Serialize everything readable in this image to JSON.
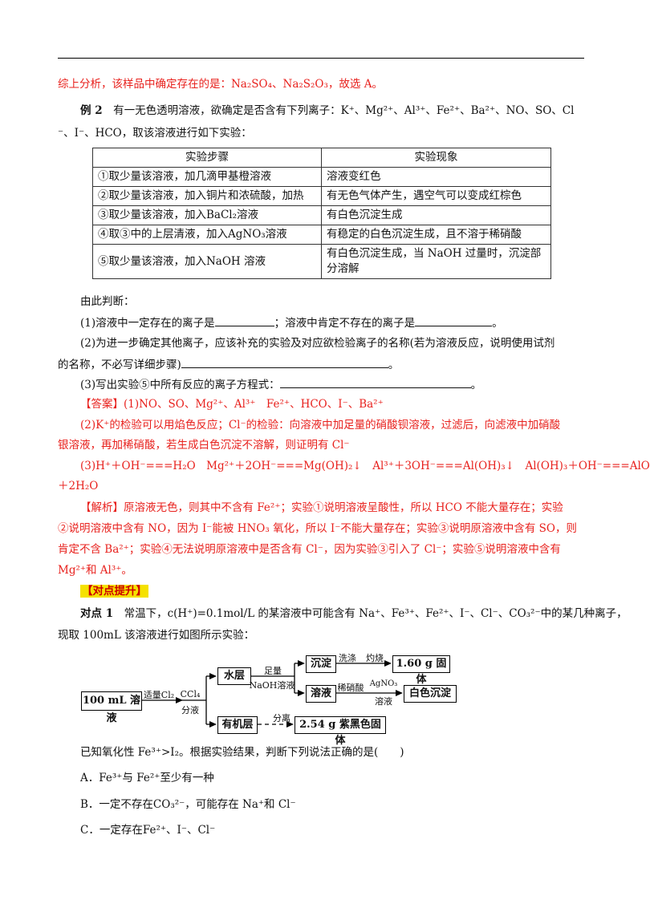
{
  "intro_conclusion": "综上分析，该样品中确定存在的是：Na₂SO₄、Na₂S₂O₃，故选 A。",
  "example2": {
    "label": "例 2",
    "question_line1": "有一无色透明溶液，欲确定是否含有下列离子：K⁺、Mg²⁺、Al³⁺、Fe²⁺、Ba²⁺、NO、SO、Cl",
    "question_line2": "⁻、I⁻、HCO，取该溶液进行如下实验：",
    "table": {
      "headers": [
        "实验步骤",
        "实验现象"
      ],
      "rows": [
        [
          "①取少量该溶液，加几滴甲基橙溶液",
          "溶液变红色"
        ],
        [
          "②取少量该溶液，加入铜片和浓硫酸，加热",
          "有无色气体产生，遇空气可以变成红棕色"
        ],
        [
          "③取少量该溶液，加入BaCl₂溶液",
          "有白色沉淀生成"
        ],
        [
          "④取③中的上层清液，加入AgNO₃溶液",
          "有稳定的白色沉淀生成，且不溶于稀硝酸"
        ],
        [
          "⑤取少量该溶液，加入NaOH 溶液",
          "有白色沉淀生成，当 NaOH 过量时，沉淀部|分溶解"
        ]
      ]
    },
    "judge": "由此判断：",
    "q1a": "(1)溶液中一定存在的离子是",
    "q1b": "；溶液中肯定不存在的离子是",
    "q1c": "。",
    "q2a": "(2)为进一步确定其他离子，应该补充的实验及对应欲检验离子的名称(若为溶液反应，说明使用试剂",
    "q2b": "的名称，不必写详细步骤)",
    "q2c": "。",
    "q3a": "(3)写出实验⑤中所有反应的离子方程式：",
    "q3b": "。",
    "answer1": "【答案】(1)NO、SO、Mg²⁺、Al³⁺　Fe²⁺、HCO、I⁻、Ba²⁺",
    "answer2a": "(2)K⁺的检验可以用焰色反应；Cl⁻的检验：向溶液中加足量的硝酸钡溶液，过滤后，向滤液中加硝酸",
    "answer2b": "银溶液，再加稀硝酸，若生成白色沉淀不溶解，则证明有 Cl⁻",
    "answer3a": "(3)H⁺＋OH⁻===H₂O　Mg²⁺＋2OH⁻===Mg(OH)₂↓　Al³⁺＋3OH⁻===Al(OH)₃↓　Al(OH)₃＋OH⁻===AlO",
    "answer3b": "＋2H₂O",
    "analysis1": "【解析】原溶液无色，则其中不含有 Fe²⁺；实验①说明溶液呈酸性，所以 HCO 不能大量存在；实验",
    "analysis2": "②说明溶液中含有 NO，因为 I⁻能被 HNO₃ 氧化，所以 I⁻不能大量存在；实验③说明原溶液中含有 SO，则",
    "analysis3": "肯定不含 Ba²⁺；实验④无法说明原溶液中是否含有 Cl⁻，因为实验③引入了 Cl⁻；实验⑤说明溶液中含有",
    "analysis4": "Mg²⁺和 Al³⁺。"
  },
  "section_title": "【对点提升】",
  "practice1": {
    "label": "对点 1",
    "line1": "常温下，c(H⁺)=0.1mol/L 的某溶液中可能含有 Na⁺、Fe³⁺、Fe²⁺、I⁻、Cl⁻、CO₃²⁻中的某几种离子，",
    "line2": "现取 100mL 该溶液进行如图所示实验：",
    "diagram": {
      "start": "100 mL 溶液",
      "reagent1": "适量Cl₂",
      "reagent2": "CCl₄",
      "op1": "分液",
      "water_layer": "水层",
      "organic_layer": "有机层",
      "reagent3a": "足量",
      "reagent3b": "NaOH溶液",
      "precipitate": "沉淀",
      "wash": "洗涤",
      "burn": "灼烧",
      "solid1": "1.60 g 固体",
      "solution": "溶液",
      "nitric": "稀硝酸",
      "agno3": "AgNO₃",
      "agno3_sub": "溶液",
      "white_ppt": "白色沉淀",
      "separate": "分离",
      "solid2": "2.54 g 紫黑色固体"
    },
    "known": "已知氧化性 Fe³⁺>I₂。根据实验结果，判断下列说法正确的是(　　)",
    "optA": "A．Fe³⁺与 Fe²⁺至少有一种",
    "optB": "B．一定不存在CO₃²⁻，可能存在 Na⁺和 Cl⁻",
    "optC": "C．一定存在Fe²⁺、I⁻、Cl⁻"
  }
}
